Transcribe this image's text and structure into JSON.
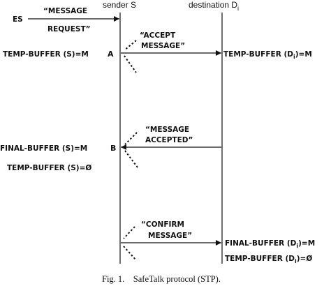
{
  "header": {
    "sender": "sender S",
    "destination": "destination D",
    "destination_sub": "i"
  },
  "es": {
    "label": "ES",
    "message_line1": "“MESSAGE",
    "message_line2": "REQUEST”"
  },
  "step_a": {
    "point": "A",
    "left_label": "TEMP-BUFFER (S)=M",
    "message_line1": "“ACCEPT",
    "message_line2": "MESSAGE”",
    "right_label_pre": "TEMP-BUFFER (D",
    "right_label_sub": "i",
    "right_label_post": ")=M"
  },
  "step_b": {
    "point": "B",
    "left_label1": "FINAL-BUFFER (S)=M",
    "left_label2": "TEMP-BUFFER (S)=Ø",
    "message_line1": "“MESSAGE",
    "message_line2": "ACCEPTED”"
  },
  "step_c": {
    "message_line1": "“CONFIRM",
    "message_line2": "MESSAGE”",
    "right_label1_pre": "FINAL-BUFFER (D",
    "right_label1_sub": "i",
    "right_label1_post": ")=M",
    "right_label2_pre": "TEMP-BUFFER (D",
    "right_label2_sub": "i",
    "right_label2_post": ")=Ø"
  },
  "caption": "Fig. 1. SafeTalk protocol (STP)."
}
